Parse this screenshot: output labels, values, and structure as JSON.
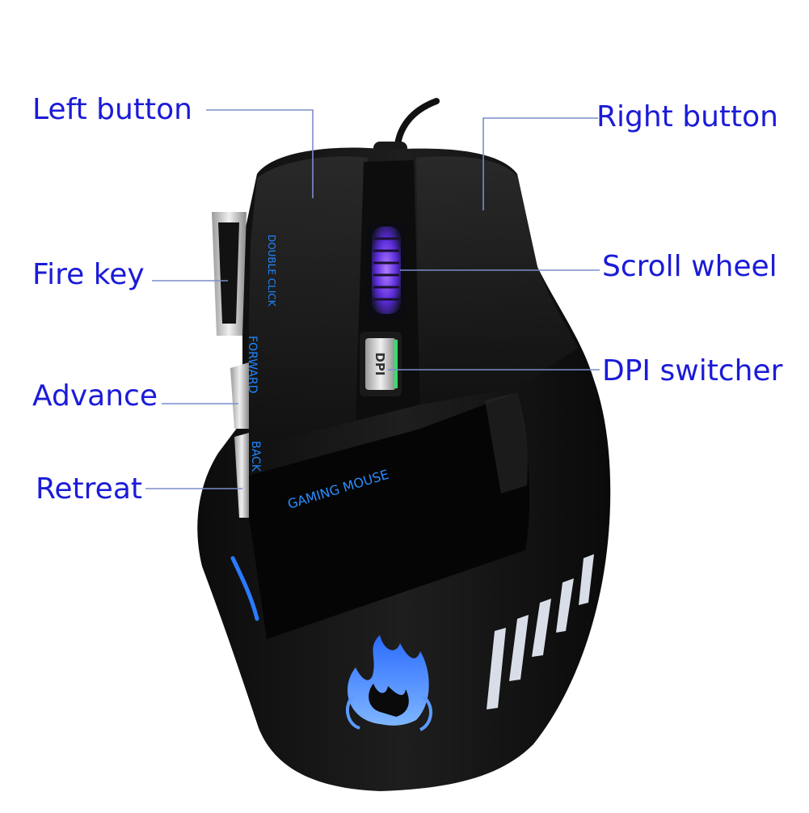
{
  "callouts": {
    "left_button": "Left button",
    "right_button": "Right button",
    "fire_key": "Fire key",
    "scroll_wheel": "Scroll wheel",
    "advance": "Advance",
    "dpi_switcher": "DPI switcher",
    "retreat": "Retreat"
  },
  "mouse_print": {
    "double_click": "DOUBLE CLICK",
    "forward": "FORWARD",
    "back": "BACK",
    "gaming_mouse": "GAMING MOUSE",
    "dpi": "DPI"
  },
  "colors": {
    "label_text": "#1b1bd8",
    "leader_line": "#7a8ec8",
    "mouse_body": "#141414",
    "led_blue": "#2a7bff",
    "led_purple": "#8a3cff"
  },
  "icons": {
    "logo": "flame-icon"
  }
}
